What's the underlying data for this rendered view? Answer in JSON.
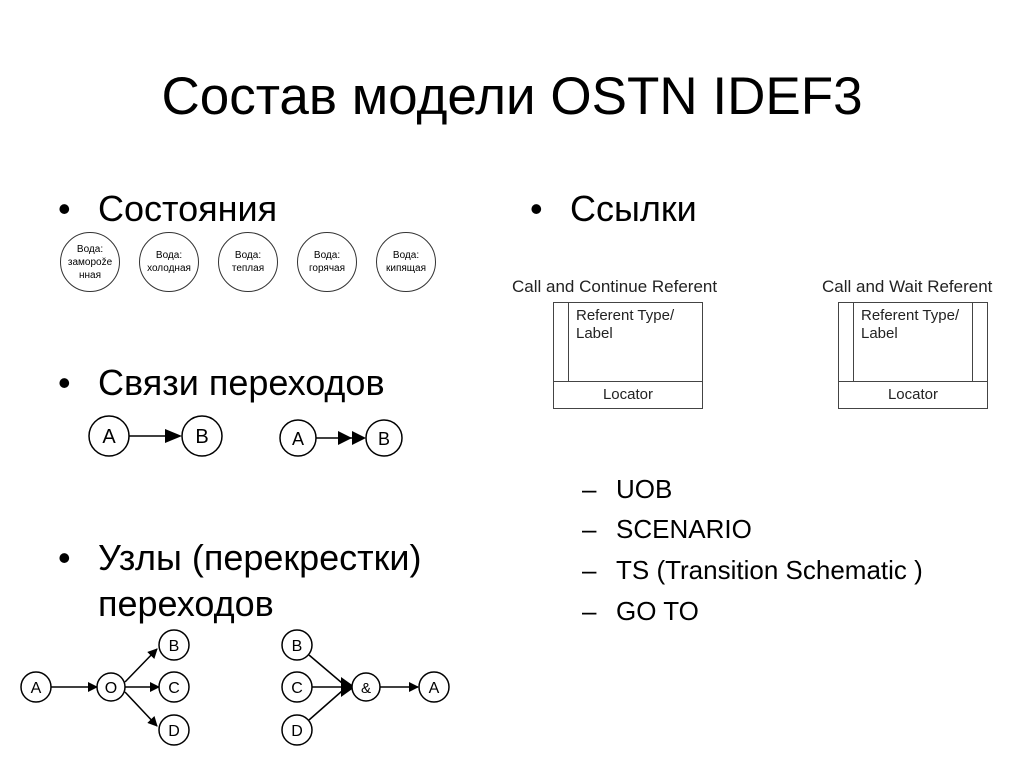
{
  "title": "Состав модели OSTN IDEF3",
  "bullet_glyph": "•",
  "dash_glyph": "–",
  "left": {
    "states_heading": "Состояния",
    "states": [
      [
        "Вода:",
        "заморože",
        "нная"
      ],
      [
        "Вода:",
        "холодная"
      ],
      [
        "Вода:",
        "теплая"
      ],
      [
        "Вода:",
        "горячая"
      ],
      [
        "Вода:",
        "кипящая"
      ]
    ],
    "links_heading": "Связи переходов",
    "link_nodes": {
      "a": "A",
      "b": "B"
    },
    "junctions_heading_line1": "Узлы (перекрестки)",
    "junctions_heading_line2": "переходов",
    "junction_nodes": {
      "a": "A",
      "o": "O",
      "b": "B",
      "c": "C",
      "d": "D",
      "and": "&"
    }
  },
  "right": {
    "refs_heading": "Ссылки",
    "referents": [
      {
        "caption": "Call and Continue Referent",
        "label_line1": "Referent Type/",
        "label_line2": "Label",
        "locator": "Locator"
      },
      {
        "caption": "Call and Wait Referent",
        "label_line1": "Referent Type/",
        "label_line2": "Label",
        "locator": "Locator"
      }
    ],
    "ref_types": [
      "UOB",
      "SCENARIO",
      "TS (Transition Schematic )",
      "GO TO"
    ]
  }
}
